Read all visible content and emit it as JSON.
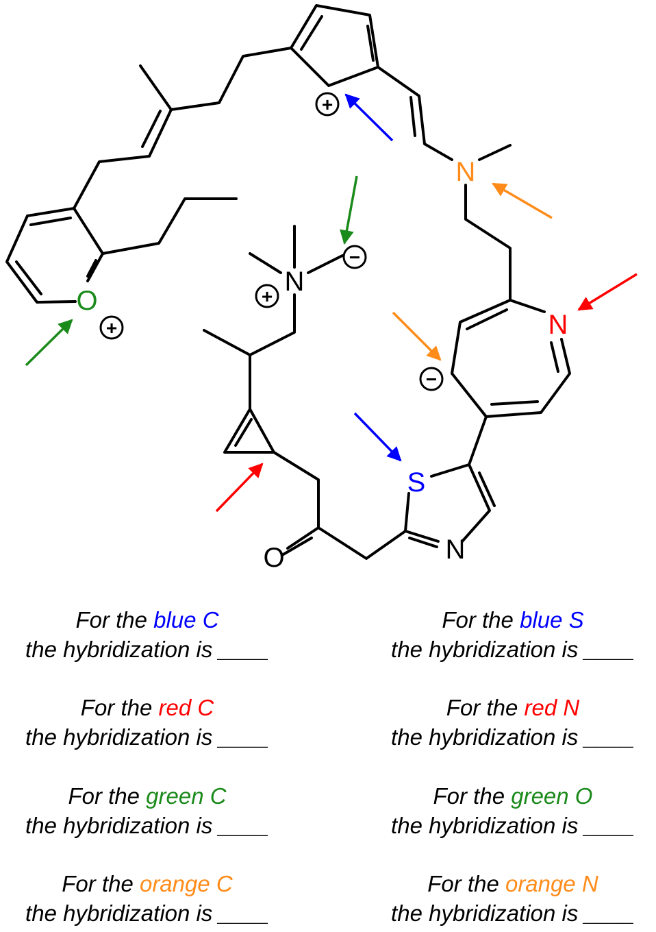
{
  "colors": {
    "blue": "#0000ff",
    "red": "#ff0000",
    "green": "#1a8a1a",
    "orange": "#ff8c1a",
    "black": "#000000"
  },
  "atoms": {
    "oxonium_O": "O",
    "ammonium_N": "N",
    "enamine_N": "N",
    "azepine_N": "N",
    "thiazole_S": "S",
    "thiazole_N": "N",
    "ketone_O": "O"
  },
  "charges": {
    "cation": "+",
    "anion": "−"
  },
  "questions": [
    {
      "prefix": "For the",
      "colored": "blue C",
      "color": "blue",
      "answer_line": "the hybridization is ____"
    },
    {
      "prefix": "For the",
      "colored": "blue S",
      "color": "blue",
      "answer_line": "the hybridization is ____"
    },
    {
      "prefix": "For the",
      "colored": "red C",
      "color": "red",
      "answer_line": "the hybridization is ____"
    },
    {
      "prefix": "For the",
      "colored": "red N",
      "color": "red",
      "answer_line": "the hybridization is ____"
    },
    {
      "prefix": "For the",
      "colored": "green C",
      "color": "green",
      "answer_line": "the hybridization is ____"
    },
    {
      "prefix": "For the",
      "colored": "green O",
      "color": "green",
      "answer_line": "the hybridization is ____"
    },
    {
      "prefix": "For the",
      "colored": "orange C",
      "color": "orange",
      "answer_line": "the hybridization is ____"
    },
    {
      "prefix": "For the",
      "colored": "orange N",
      "color": "orange",
      "answer_line": "the hybridization is ____"
    }
  ]
}
